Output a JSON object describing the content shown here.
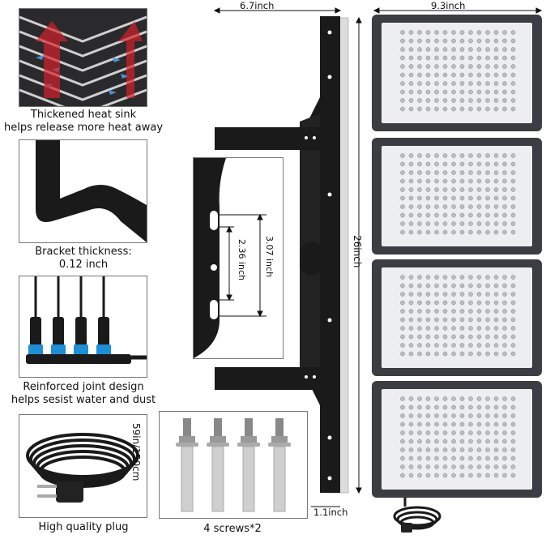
{
  "features": {
    "heat_sink": {
      "line1": "Thickened heat sink",
      "line2": "helps release more heat away"
    },
    "bracket": {
      "line1": "Bracket thickness:",
      "line2": "0.12 inch"
    },
    "joint": {
      "line1": "Reinforced joint design",
      "line2": "helps sesist water and dust"
    },
    "plug": {
      "caption": "High quality plug",
      "cable_length": "59in/150cm"
    },
    "screws": {
      "caption": "4 screws*2"
    }
  },
  "dimensions": {
    "bracket_width": "6.7inch",
    "light_width": "9.3inch",
    "light_height": "26inch",
    "bracket_depth": "1.1inch",
    "hole_span_large": "3.07 inch",
    "hole_span_small": "2.36 inch"
  },
  "colors": {
    "accent_blue": "#1e8fd6",
    "heat_red": "#d8202a",
    "frame_dark": "#3a3d42"
  }
}
